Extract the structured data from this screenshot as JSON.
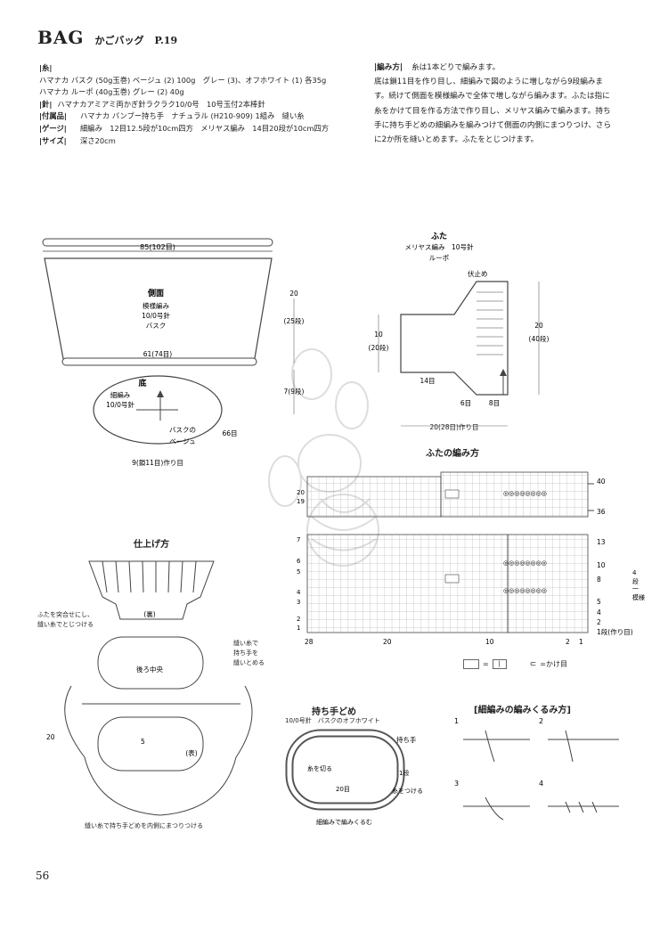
{
  "header": {
    "title": "BAG",
    "subtitle": "かごバッグ",
    "page_ref": "P.19"
  },
  "materials": [
    {
      "label": "|糸|",
      "text": ""
    },
    {
      "label": "",
      "text": "ハマナカ バスク (50g玉巻) ベージュ (2) 100g　グレー (3)、オフホワイト (1) 各35g"
    },
    {
      "label": "",
      "text": "ハマナカ ルーポ (40g玉巻) グレー (2) 40g"
    },
    {
      "label": "|針|",
      "text": "ハマナカアミアミ両かぎ針ラクラク10/0号　10号玉付2本棒針"
    },
    {
      "label": "|付属品|",
      "text": "ハマナカ バンブー持ち手　ナチュラル (H210-909) 1組み　縫い糸"
    },
    {
      "label": "|ゲージ|",
      "text": "細編み　12目12.5段が10cm四方　メリヤス編み　14目20段が10cm四方"
    },
    {
      "label": "|サイズ|",
      "text": "深さ20cm"
    }
  ],
  "method": {
    "label": "|編み方|",
    "intro": "糸は1本どりで編みます。",
    "lines": [
      "底は鎖11目を作り目し、細編みで図のように増しながら9段編みま",
      "す。続けて側面を模様編みで全体で増しながら編みます。ふたは指に",
      "糸をかけて目を作る方法で作り目し、メリヤス編みで編みます。持ち",
      "手に持ち手どめの細編みを編みつけて側面の内側にまつりつけ、さら",
      "に2か所を縫いとめます。ふたをとじつけます。"
    ]
  },
  "body_diagram": {
    "top_width": "85(102目)",
    "side_title": "側面",
    "side_pattern": "模様編み",
    "side_needle": "10/0号針",
    "side_yarn": "バスク",
    "bottom_width": "61(74目)",
    "height": "20",
    "height_rows": "(25段)",
    "base_height": "7(9段)",
    "base_title": "底",
    "base_stitch": "細編み",
    "base_needle": "10/0号針",
    "base_yarn1": "バスクの",
    "base_yarn2": "ベージュ",
    "base_count": "66目",
    "chain": "9(鎖11目)作り目"
  },
  "lid_diagram": {
    "title": "ふた",
    "line1": "メリヤス編み　10号針",
    "line2": "ルーポ",
    "bindoff": "伏止め",
    "h10": "10",
    "h10rows": "(20段)",
    "h20": "20",
    "h20rows": "(40段)",
    "w14": "14目",
    "w6": "6目",
    "w8": "8目",
    "bottom": "20(28目)作り目"
  },
  "chart": {
    "title": "ふたの編み方",
    "left_rows": [
      "20",
      "19",
      "7",
      "6",
      "5",
      "4",
      "3",
      "2",
      "1"
    ],
    "right_rows": [
      "40",
      "36",
      "13",
      "10",
      "8",
      "5",
      "4",
      "2",
      "1段(作り目)"
    ],
    "side_note": [
      "4",
      "段",
      "一",
      "模様"
    ],
    "col_labels": [
      "28",
      "20",
      "10",
      "2",
      "1"
    ],
    "legend1": "=",
    "legend1b": "|",
    "legend2": "=かけ目",
    "o_marks": "◎◎◎◎◎◎◎◎"
  },
  "finish": {
    "title": "仕上げ方",
    "front": "(表)",
    "back": "(裏)",
    "center": "後ろ中央",
    "note1a": "ふたを突合せにし、",
    "note1b": "縫い糸でとじつける",
    "note2a": "縫い糸で",
    "note2b": "持ち手を",
    "note2c": "縫いとめる",
    "n20": "20",
    "n5": "5",
    "bottom_note": "縫い糸で持ち手どめを内側にまつりつける"
  },
  "handle_stop": {
    "title": "持ち手どめ",
    "sub": "10/0号針　バスクのオフホワイト",
    "handle": "持ち手",
    "cut": "糸を切る",
    "row": "1段",
    "join": "糸をつける",
    "count": "20目",
    "wrap": "細編みで編みくるむ"
  },
  "wrap_method": {
    "title": "[細編みの編みくるみ方]",
    "steps": [
      "1",
      "2",
      "3",
      "4"
    ]
  },
  "page_number": "56"
}
